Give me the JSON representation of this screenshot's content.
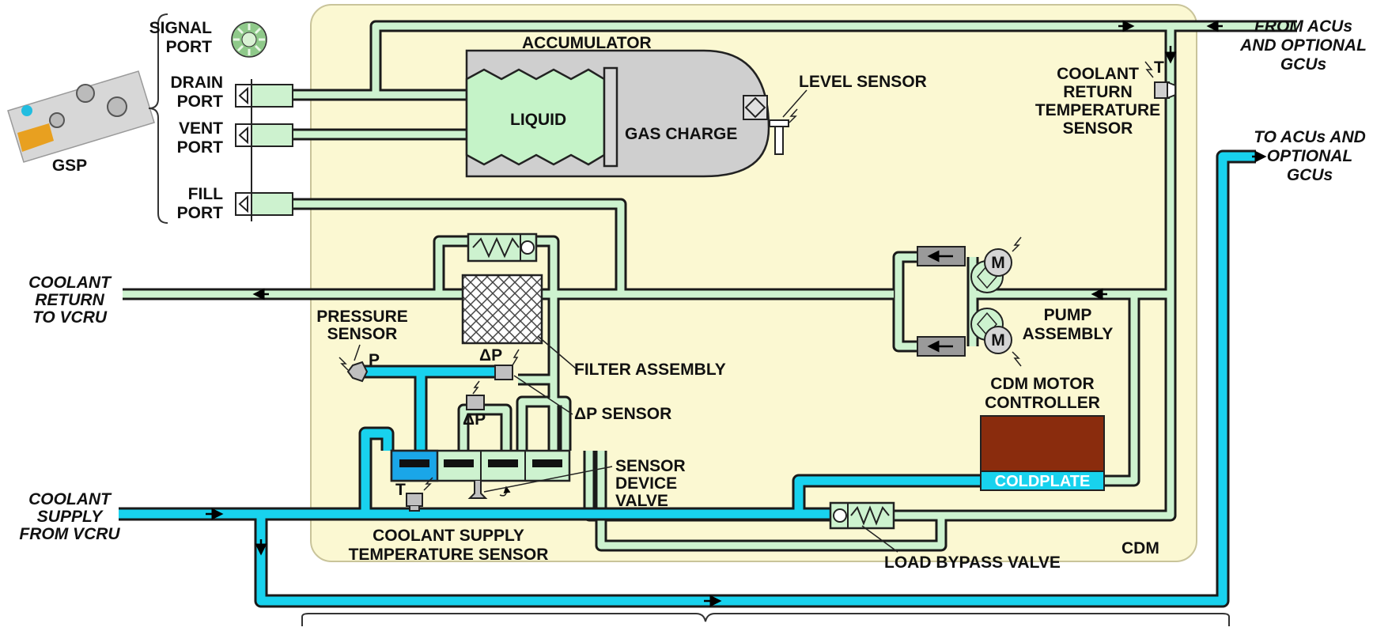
{
  "labels": {
    "signal_port": [
      "SIGNAL",
      "PORT"
    ],
    "drain_port": [
      "DRAIN",
      "PORT"
    ],
    "vent_port": [
      "VENT",
      "PORT"
    ],
    "fill_port": [
      "FILL",
      "PORT"
    ],
    "gsp": "GSP",
    "accumulator": "ACCUMULATOR",
    "liquid": "LIQUID",
    "gas_charge": "GAS CHARGE",
    "level_sensor": "LEVEL SENSOR",
    "from_acus": [
      "FROM ACUs",
      "AND OPTIONAL",
      "GCUs"
    ],
    "coolant_return_temp_sensor": [
      "COOLANT",
      "RETURN",
      "TEMPERATURE",
      "SENSOR"
    ],
    "to_acus": [
      "TO ACUs AND",
      "OPTIONAL",
      "GCUs"
    ],
    "coolant_return_to_vcru": [
      "COOLANT",
      "RETURN",
      "TO VCRU"
    ],
    "pressure_sensor": [
      "PRESSURE",
      "SENSOR"
    ],
    "filter_assembly": "FILTER ASSEMBLY",
    "dp_sensor": "ΔP SENSOR",
    "pump_assembly": [
      "PUMP",
      "ASSEMBLY"
    ],
    "cdm_motor_controller": [
      "CDM MOTOR",
      "CONTROLLER"
    ],
    "coldplate": "COLDPLATE",
    "sensor_device_valve": [
      "SENSOR",
      "DEVICE",
      "VALVE"
    ],
    "coolant_supply_from_vcru": [
      "COOLANT",
      "SUPPLY",
      "FROM VCRU"
    ],
    "coolant_supply_temp_sensor": [
      "COOLANT SUPPLY",
      "TEMPERATURE SENSOR"
    ],
    "load_bypass_valve": "LOAD BYPASS VALVE",
    "cdm": "CDM",
    "symbol_p": "P",
    "symbol_dp": "ΔP",
    "symbol_t": "T",
    "symbol_m": "M"
  },
  "colors": {
    "cdm_box": "#fbf8d2",
    "pipe_light": "#cdf2cf",
    "pipe_cyan": "#18d2ee",
    "gas": "#cfcfcf",
    "liquid": "#c5f3c8",
    "controller": "#8a2c0d",
    "coldplate": "#18d2ee"
  }
}
